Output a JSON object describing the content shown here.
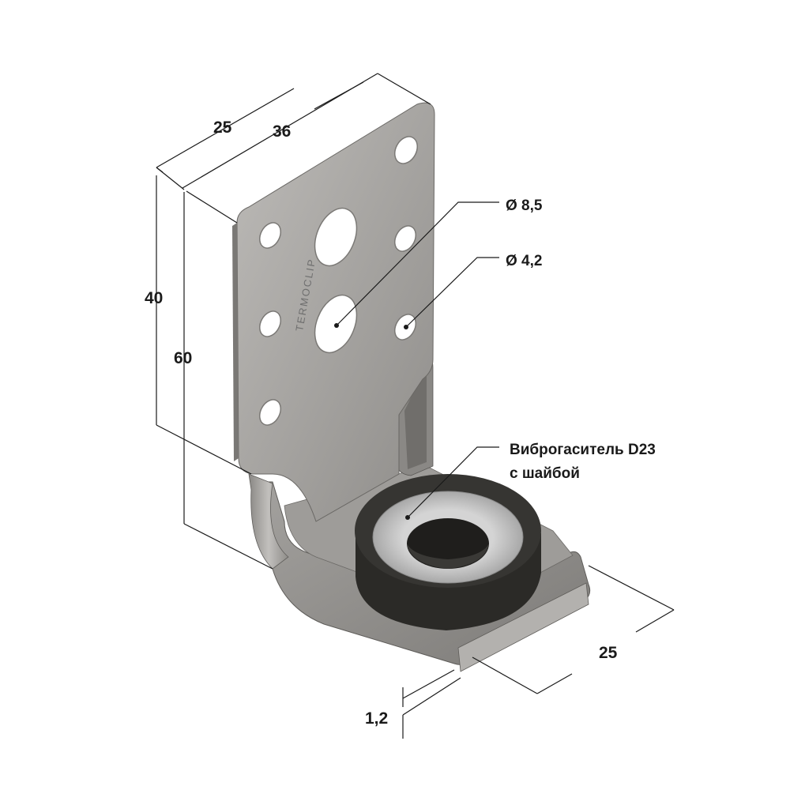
{
  "dimensions": {
    "depth_top": "25",
    "width_top": "36",
    "height_short": "40",
    "height_total": "60",
    "base_width": "25",
    "thickness": "1,2"
  },
  "callouts": {
    "large_hole": "Ø 8,5",
    "small_hole": "Ø 4,2",
    "damper_line1": "Виброгаситель D23",
    "damper_line2": "с шайбой"
  },
  "engraving": "TERMOCLIP",
  "colors": {
    "metal_light": "#b8b6b3",
    "metal_mid": "#9c9a97",
    "metal_dark": "#6e6c69",
    "rubber": "#2b2a27",
    "washer": "#c9c9c9",
    "line": "#1a1a1a"
  }
}
